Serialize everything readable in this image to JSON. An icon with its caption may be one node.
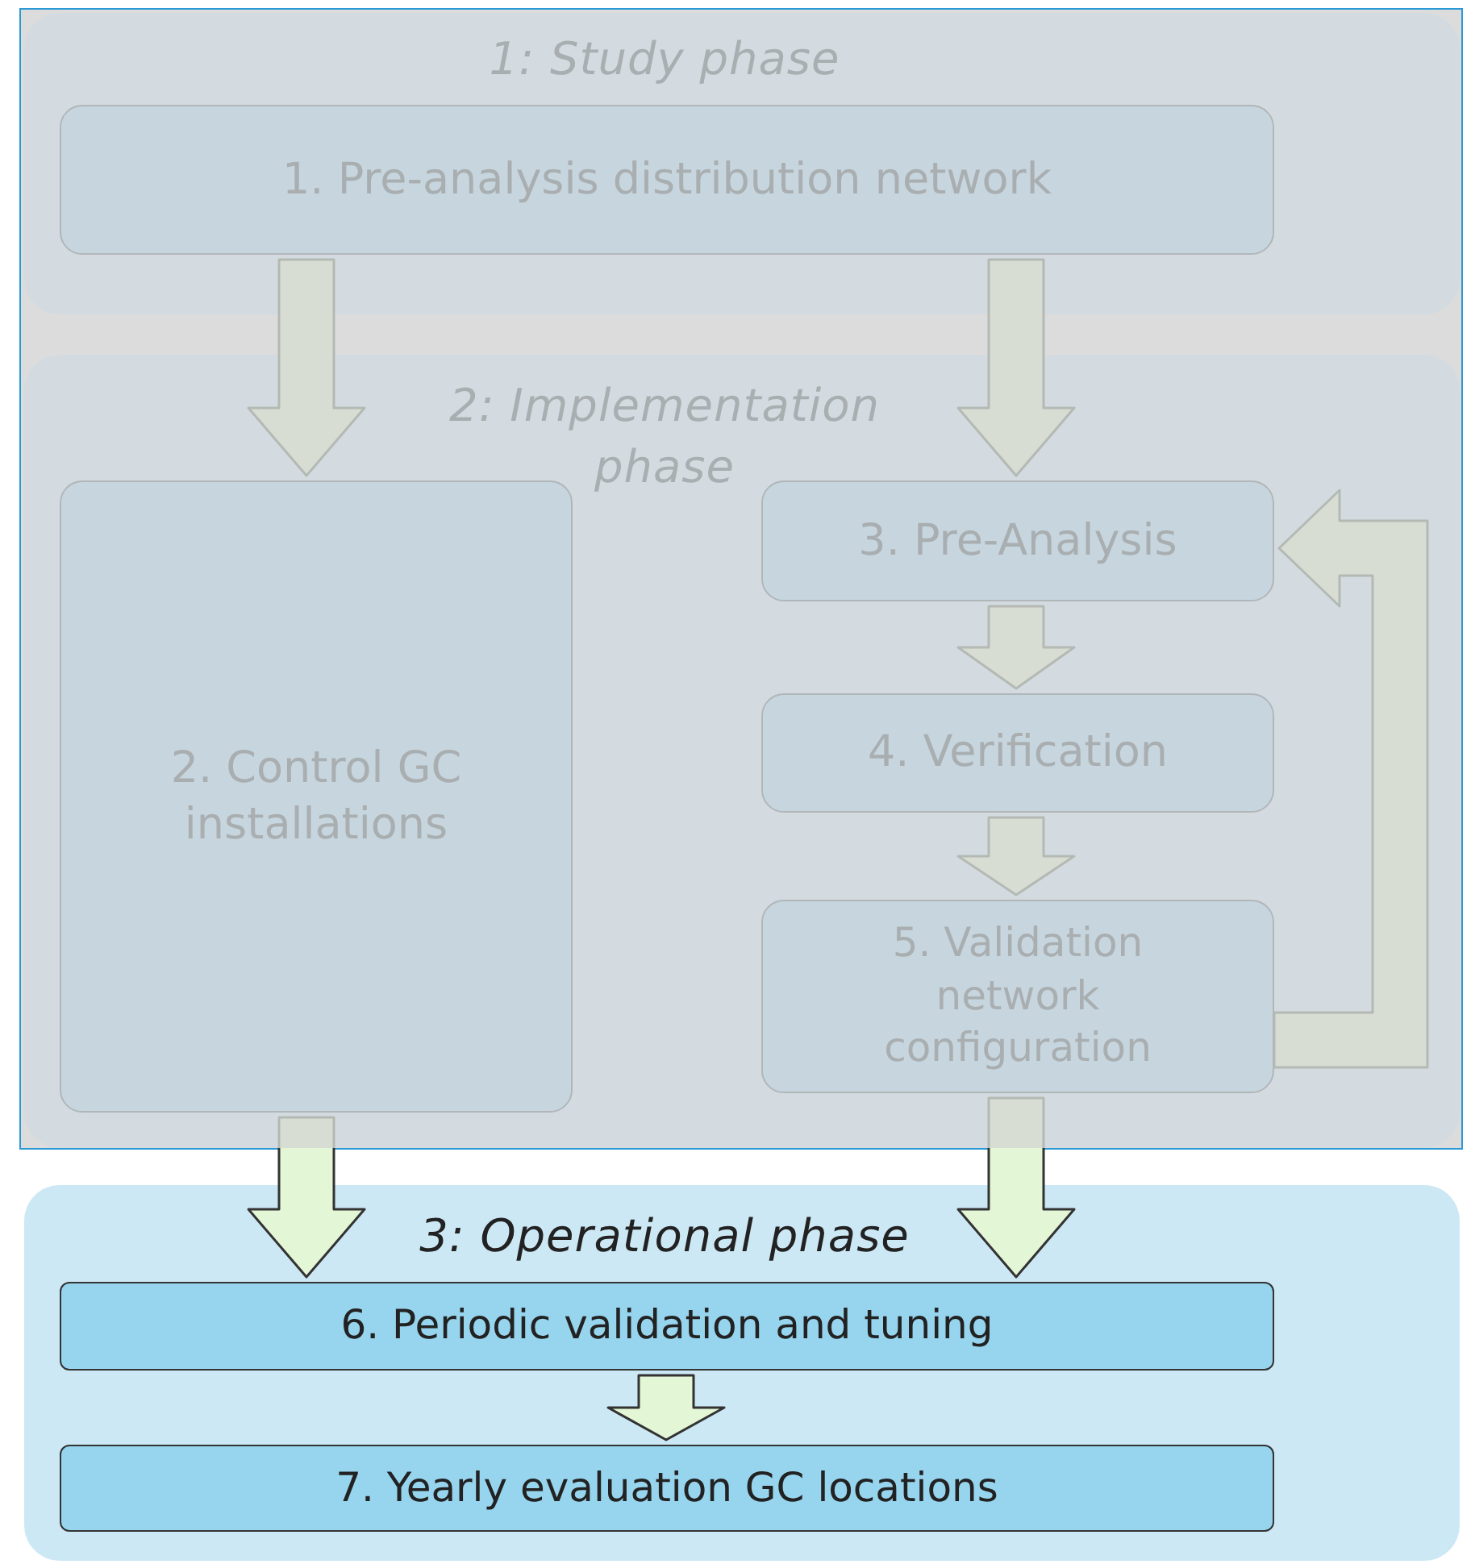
{
  "diagram": {
    "nodes": [
      {
        "text": [
          "1: Study phase"
        ]
      },
      {
        "text": [
          "1. Pre-analysis distribution network"
        ],
        "in": 0
      },
      {
        "text": [
          "2: Implementation phase"
        ]
      },
      {
        "text": [
          "2. Control GC installations"
        ],
        "in": 2
      },
      {
        "text": [
          "3. Pre-Analysis"
        ],
        "in": 2
      },
      {
        "text": [
          "4. Verification"
        ],
        "in": 2
      },
      {
        "text": [
          "5. Validation network configuration"
        ],
        "in": 2
      },
      {
        "text": [
          "3: Operational phase"
        ]
      },
      {
        "text": [
          "6. Periodic validation and tuning"
        ],
        "in": 7
      },
      {
        "text": [
          "7. Yearly evaluation GC locations"
        ],
        "in": 7
      }
    ],
    "edges": [
      {
        "from": 1,
        "to": 3,
        "arrow": "to"
      },
      {
        "from": 1,
        "to": 4,
        "arrow": "to"
      },
      {
        "from": 4,
        "to": 5,
        "arrow": "to"
      },
      {
        "from": 5,
        "to": 6,
        "arrow": "to"
      },
      {
        "from": 6,
        "to": 4,
        "arrow": "to"
      },
      {
        "from": 3,
        "to": 8,
        "arrow": "to"
      },
      {
        "from": 6,
        "to": 8,
        "arrow": "to"
      },
      {
        "from": 8,
        "to": 9,
        "arrow": "to"
      }
    ]
  }
}
